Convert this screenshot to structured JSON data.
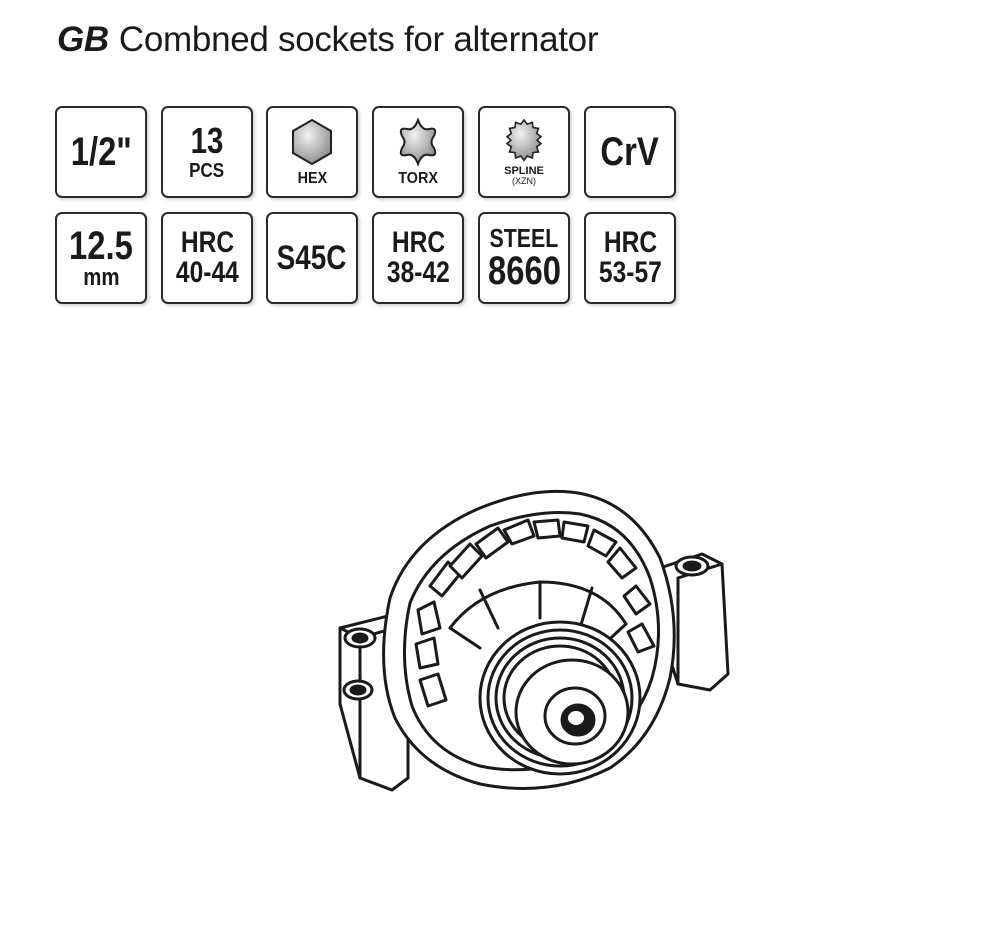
{
  "header": {
    "brand": "GB",
    "title": "Combned sockets for alternator"
  },
  "specs": {
    "row1": [
      {
        "main": "1/2\"",
        "icon": null
      },
      {
        "main": "13",
        "sub": "PCS"
      },
      {
        "icon": "hex-icon",
        "label": "HEX"
      },
      {
        "icon": "torx-icon",
        "label": "TORX"
      },
      {
        "icon": "spline-icon",
        "label": "SPLINE",
        "sublabel": "(XZN)"
      },
      {
        "main": "CrV"
      }
    ],
    "row2": [
      {
        "main": "12.5",
        "sub": "mm"
      },
      {
        "main": "HRC",
        "sub": "40-44"
      },
      {
        "main": "S45C"
      },
      {
        "main": "HRC",
        "sub": "38-42"
      },
      {
        "main": "STEEL",
        "sub": "8660"
      },
      {
        "main": "HRC",
        "sub": "53-57"
      }
    ]
  },
  "illustration": {
    "icon": "alternator-illustration"
  }
}
